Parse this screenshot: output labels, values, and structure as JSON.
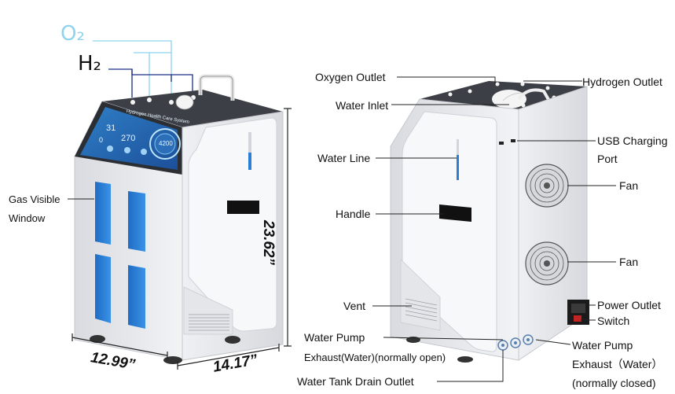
{
  "gas_labels": {
    "o2": "O₂",
    "h2": "H₂"
  },
  "left_labels": {
    "gas_window_line1": "Gas Visible",
    "gas_window_line2": "Window"
  },
  "dimensions": {
    "height": "23.62”",
    "depth": "12.99”",
    "width": "14.17”"
  },
  "screen": {
    "title": "Hydrogen Health Care System",
    "val_a": "31",
    "val_b": "270",
    "val_c": "0",
    "gauge": "4200"
  },
  "right_labels": {
    "oxygen_outlet": "Oxygen Outlet",
    "hydrogen_outlet": "Hydrogen Outlet",
    "water_inlet": "Water Inlet",
    "usb_line1": "USB Charging",
    "usb_line2": "Port",
    "water_line": "Water Line",
    "fan_top": "Fan",
    "handle": "Handle",
    "fan_bottom": "Fan",
    "vent": "Vent",
    "power_outlet": "Power Outlet",
    "switch": "Switch",
    "pump_open_line1": "Water Pump",
    "pump_open_line2": "Exhaust(Water)(normally open)",
    "pump_closed_line1": "Water Pump",
    "pump_closed_line2": "Exhaust（Water）",
    "pump_closed_line3": "(normally closed)",
    "drain_outlet": "Water Tank Drain Outlet"
  },
  "colors": {
    "o2": "#8fd3ee",
    "h2": "#1d2f86",
    "window_blue": "#2a7fd4",
    "body_gray": "#e4e6ea",
    "top_dark": "#3c3f45"
  }
}
